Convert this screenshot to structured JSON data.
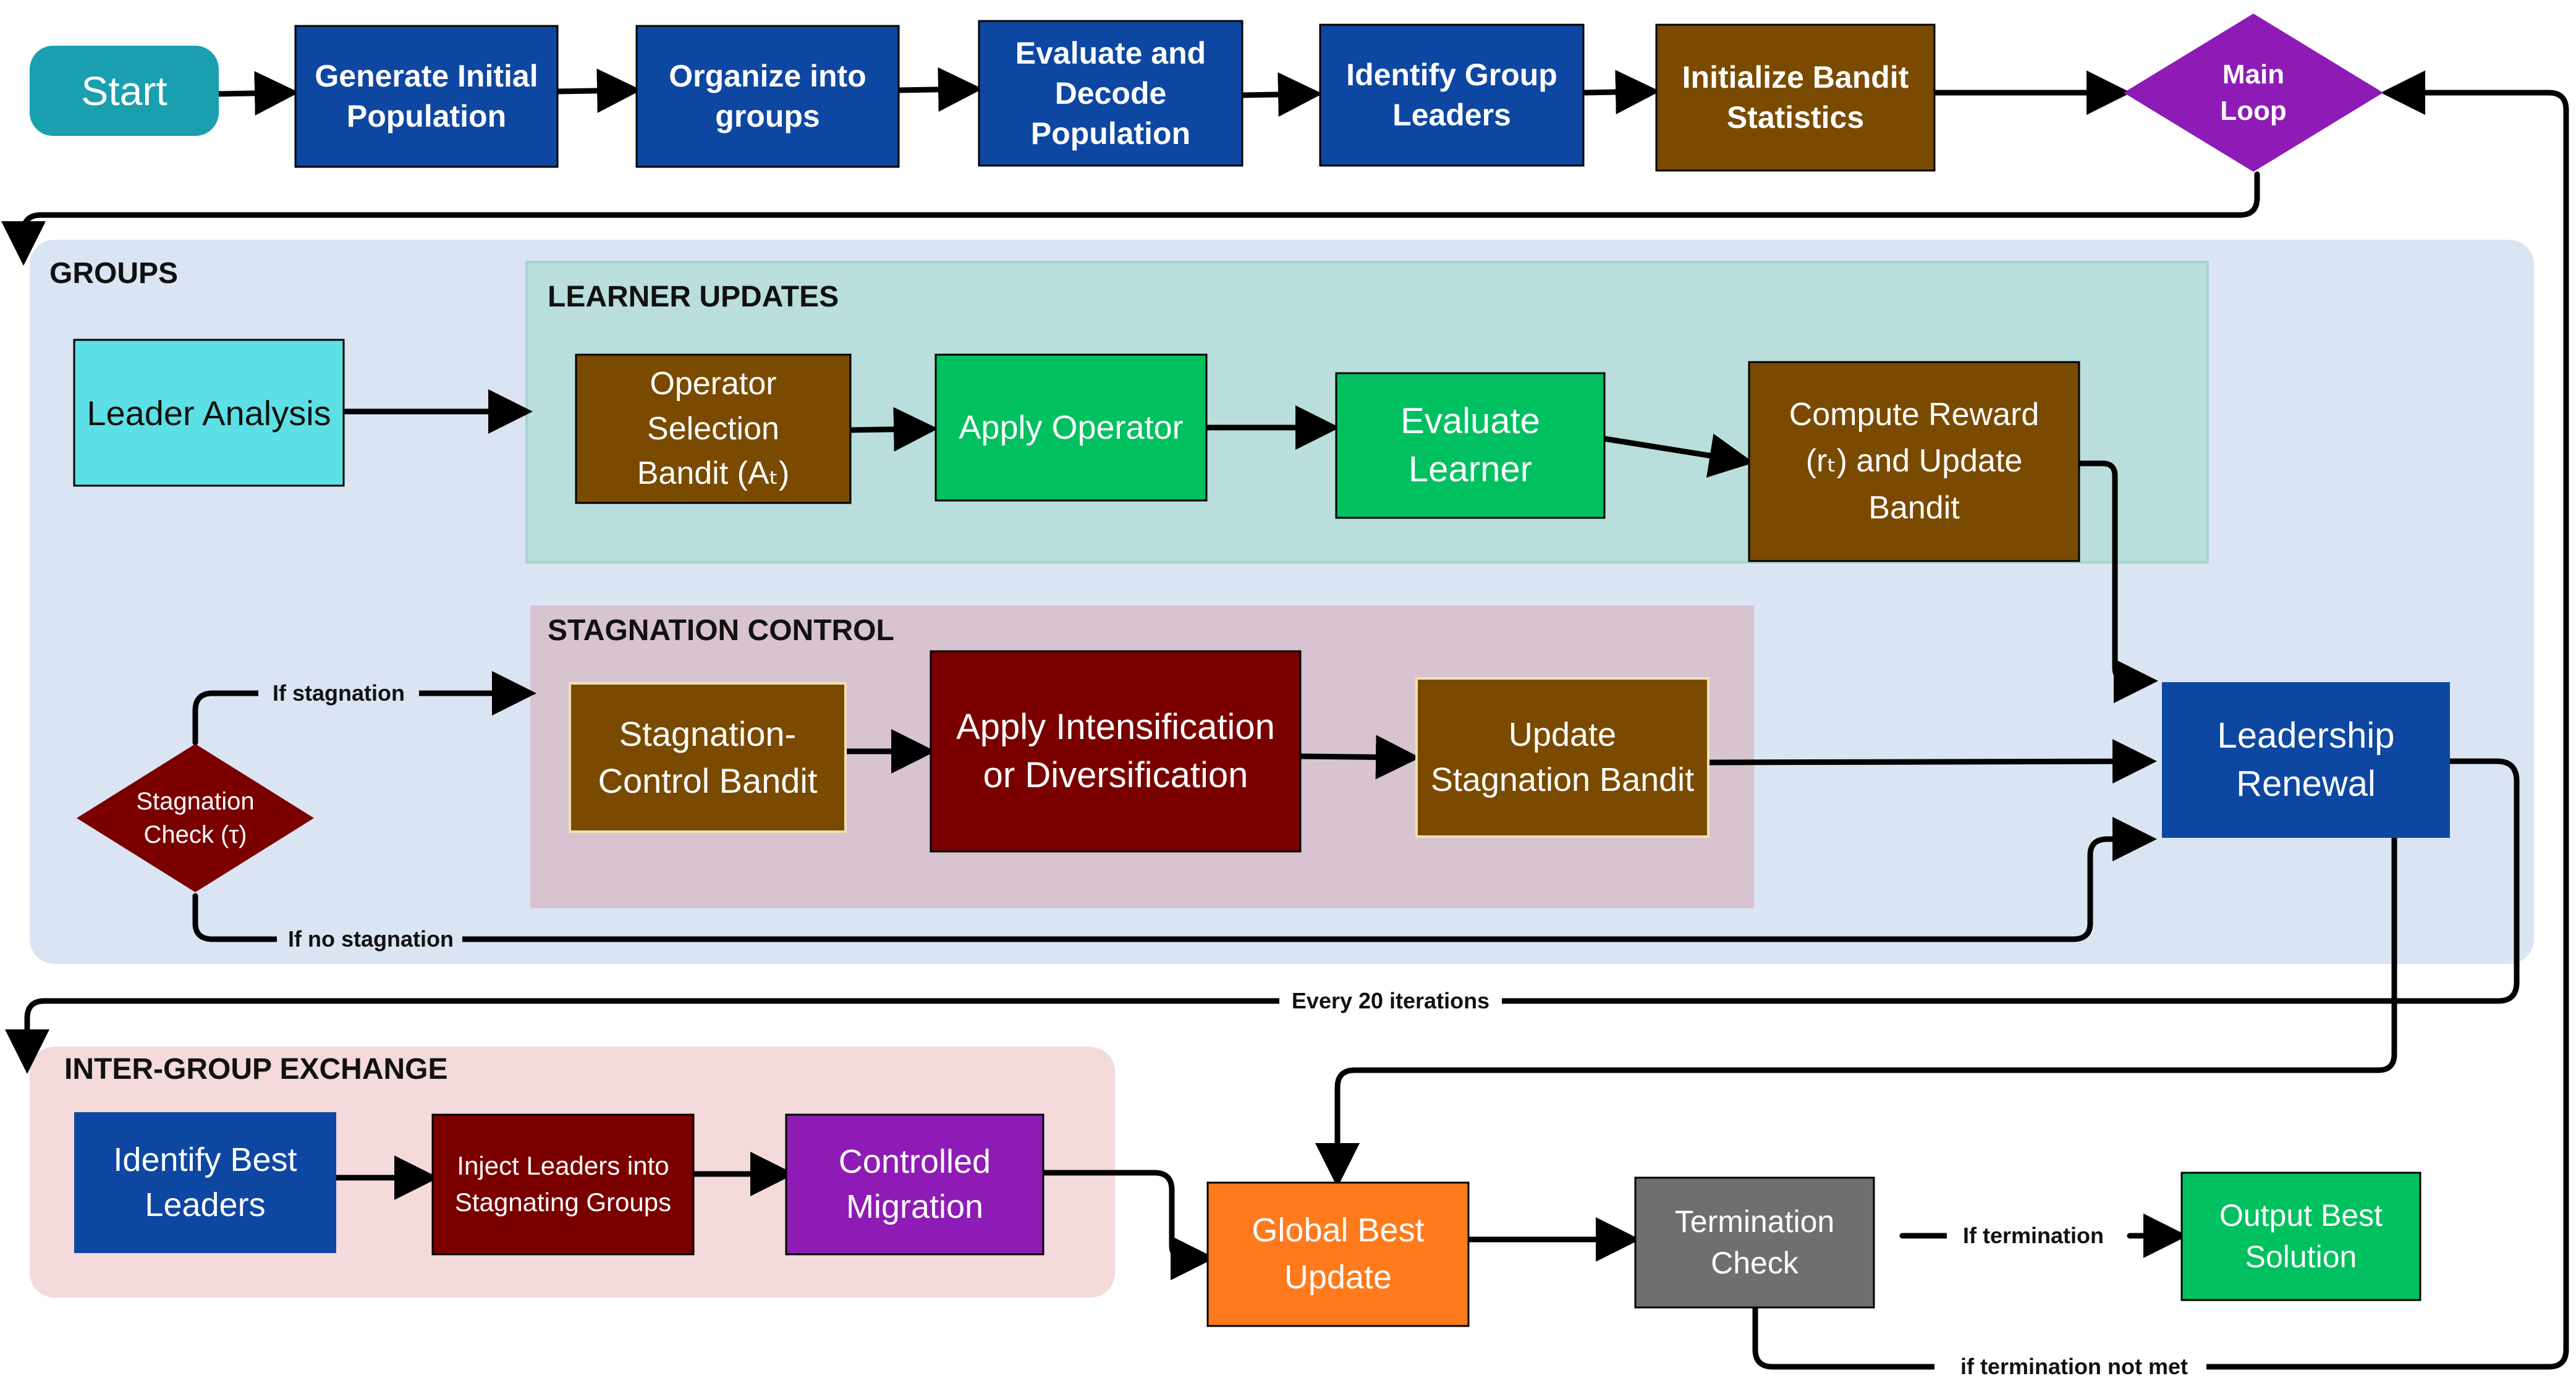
{
  "colors": {
    "blue": "#0d47a1",
    "teal": "#1a9fae",
    "brown": "#7a4a00",
    "purple": "#8e1bb5",
    "green": "#00c060",
    "cyan": "#5ce0e6",
    "darkred": "#7a0000",
    "orange": "#ff7a1c",
    "gray": "#6f6f6f",
    "groups_bg": "#dbe4f3",
    "learner_bg": "#b9dedc",
    "stagnation_bg": "#d8c3d0",
    "intergroup_bg": "#f4dada"
  },
  "sections": {
    "groups": "GROUPS",
    "learner_updates": "LEARNER UPDATES",
    "stagnation_control": "STAGNATION CONTROL",
    "inter_group_exchange": "INTER-GROUP EXCHANGE"
  },
  "nodes": {
    "start": "Start",
    "generate": "Generate Initial Population",
    "organize": "Organize into groups",
    "evaluate_decode": "Evaluate and Decode Population",
    "identify_leaders": "Identify Group Leaders",
    "init_bandit": "Initialize Bandit Statistics",
    "main_loop": "Main Loop",
    "leader_analysis": "Leader Analysis",
    "operator_bandit": "Operator Selection Bandit (Aₜ)",
    "apply_operator": "Apply Operator",
    "evaluate_learner": "Evaluate Learner",
    "compute_reward": "Compute Reward (rₜ)  and Update Bandit",
    "stagnation_check": "Stagnation Check (τ)",
    "stagnation_bandit": "Stagnation-Control Bandit",
    "apply_intensification": "Apply Intensification or Diversification",
    "update_stagnation": "Update Stagnation Bandit",
    "leadership_renewal": "Leadership Renewal",
    "identify_best": "Identify Best Leaders",
    "inject_leaders": "Inject Leaders into Stagnating Groups",
    "controlled_migration": "Controlled Migration",
    "global_best": "Global Best Update",
    "termination_check": "Termination Check",
    "output_best": "Output Best Solution"
  },
  "edges": {
    "if_stagnation": "If stagnation",
    "if_no_stagnation": "If no stagnation",
    "every_20": "Every 20 iterations",
    "if_termination": "If termination",
    "if_not_met": "if termination not met"
  }
}
